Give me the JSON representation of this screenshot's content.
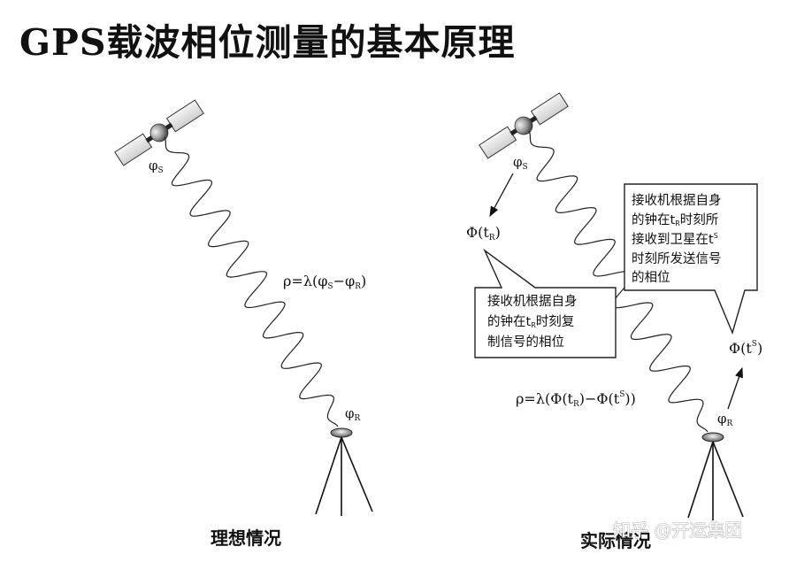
{
  "title": "GPS载波相位测量的基本原理",
  "left": {
    "sat_label": "φ",
    "sat_label_sub": "S",
    "formula": "ρ=λ(φ",
    "formula_sub1": "S",
    "formula_mid": "−φ",
    "formula_sub2": "R",
    "formula_end": ")",
    "rcv_label": "φ",
    "rcv_label_sub": "R",
    "caption": "理想情况"
  },
  "right": {
    "sat_label": "φ",
    "sat_label_sub": "S",
    "phase_r": "Φ(t",
    "phase_r_sub": "R",
    "phase_r_end": ")",
    "phase_s": "Φ(t",
    "phase_s_sup": "S",
    "phase_s_end": ")",
    "rcv_label": "φ",
    "rcv_label_sub": "R",
    "formula_a": "ρ=λ(Φ(t",
    "formula_a_sub": "R",
    "formula_b": ")−Φ(t",
    "formula_b_sup": "S",
    "formula_c": "))",
    "callout_top": {
      "line1": "接收机根据自身",
      "line2a": "的钟在t",
      "line2_sub": "R",
      "line2b": "时刻所",
      "line3a": "接收到卫星在t",
      "line3_sup": "S",
      "line4": "时刻所发送信号",
      "line5": "的相位"
    },
    "callout_bottom": {
      "line1": "接收机根据自身",
      "line2a": "的钟在t",
      "line2_sub": "R",
      "line2b": "时刻复",
      "line3": "制信号的相位"
    },
    "caption": "实际情况"
  },
  "watermark": "知乎 @开运集团"
}
